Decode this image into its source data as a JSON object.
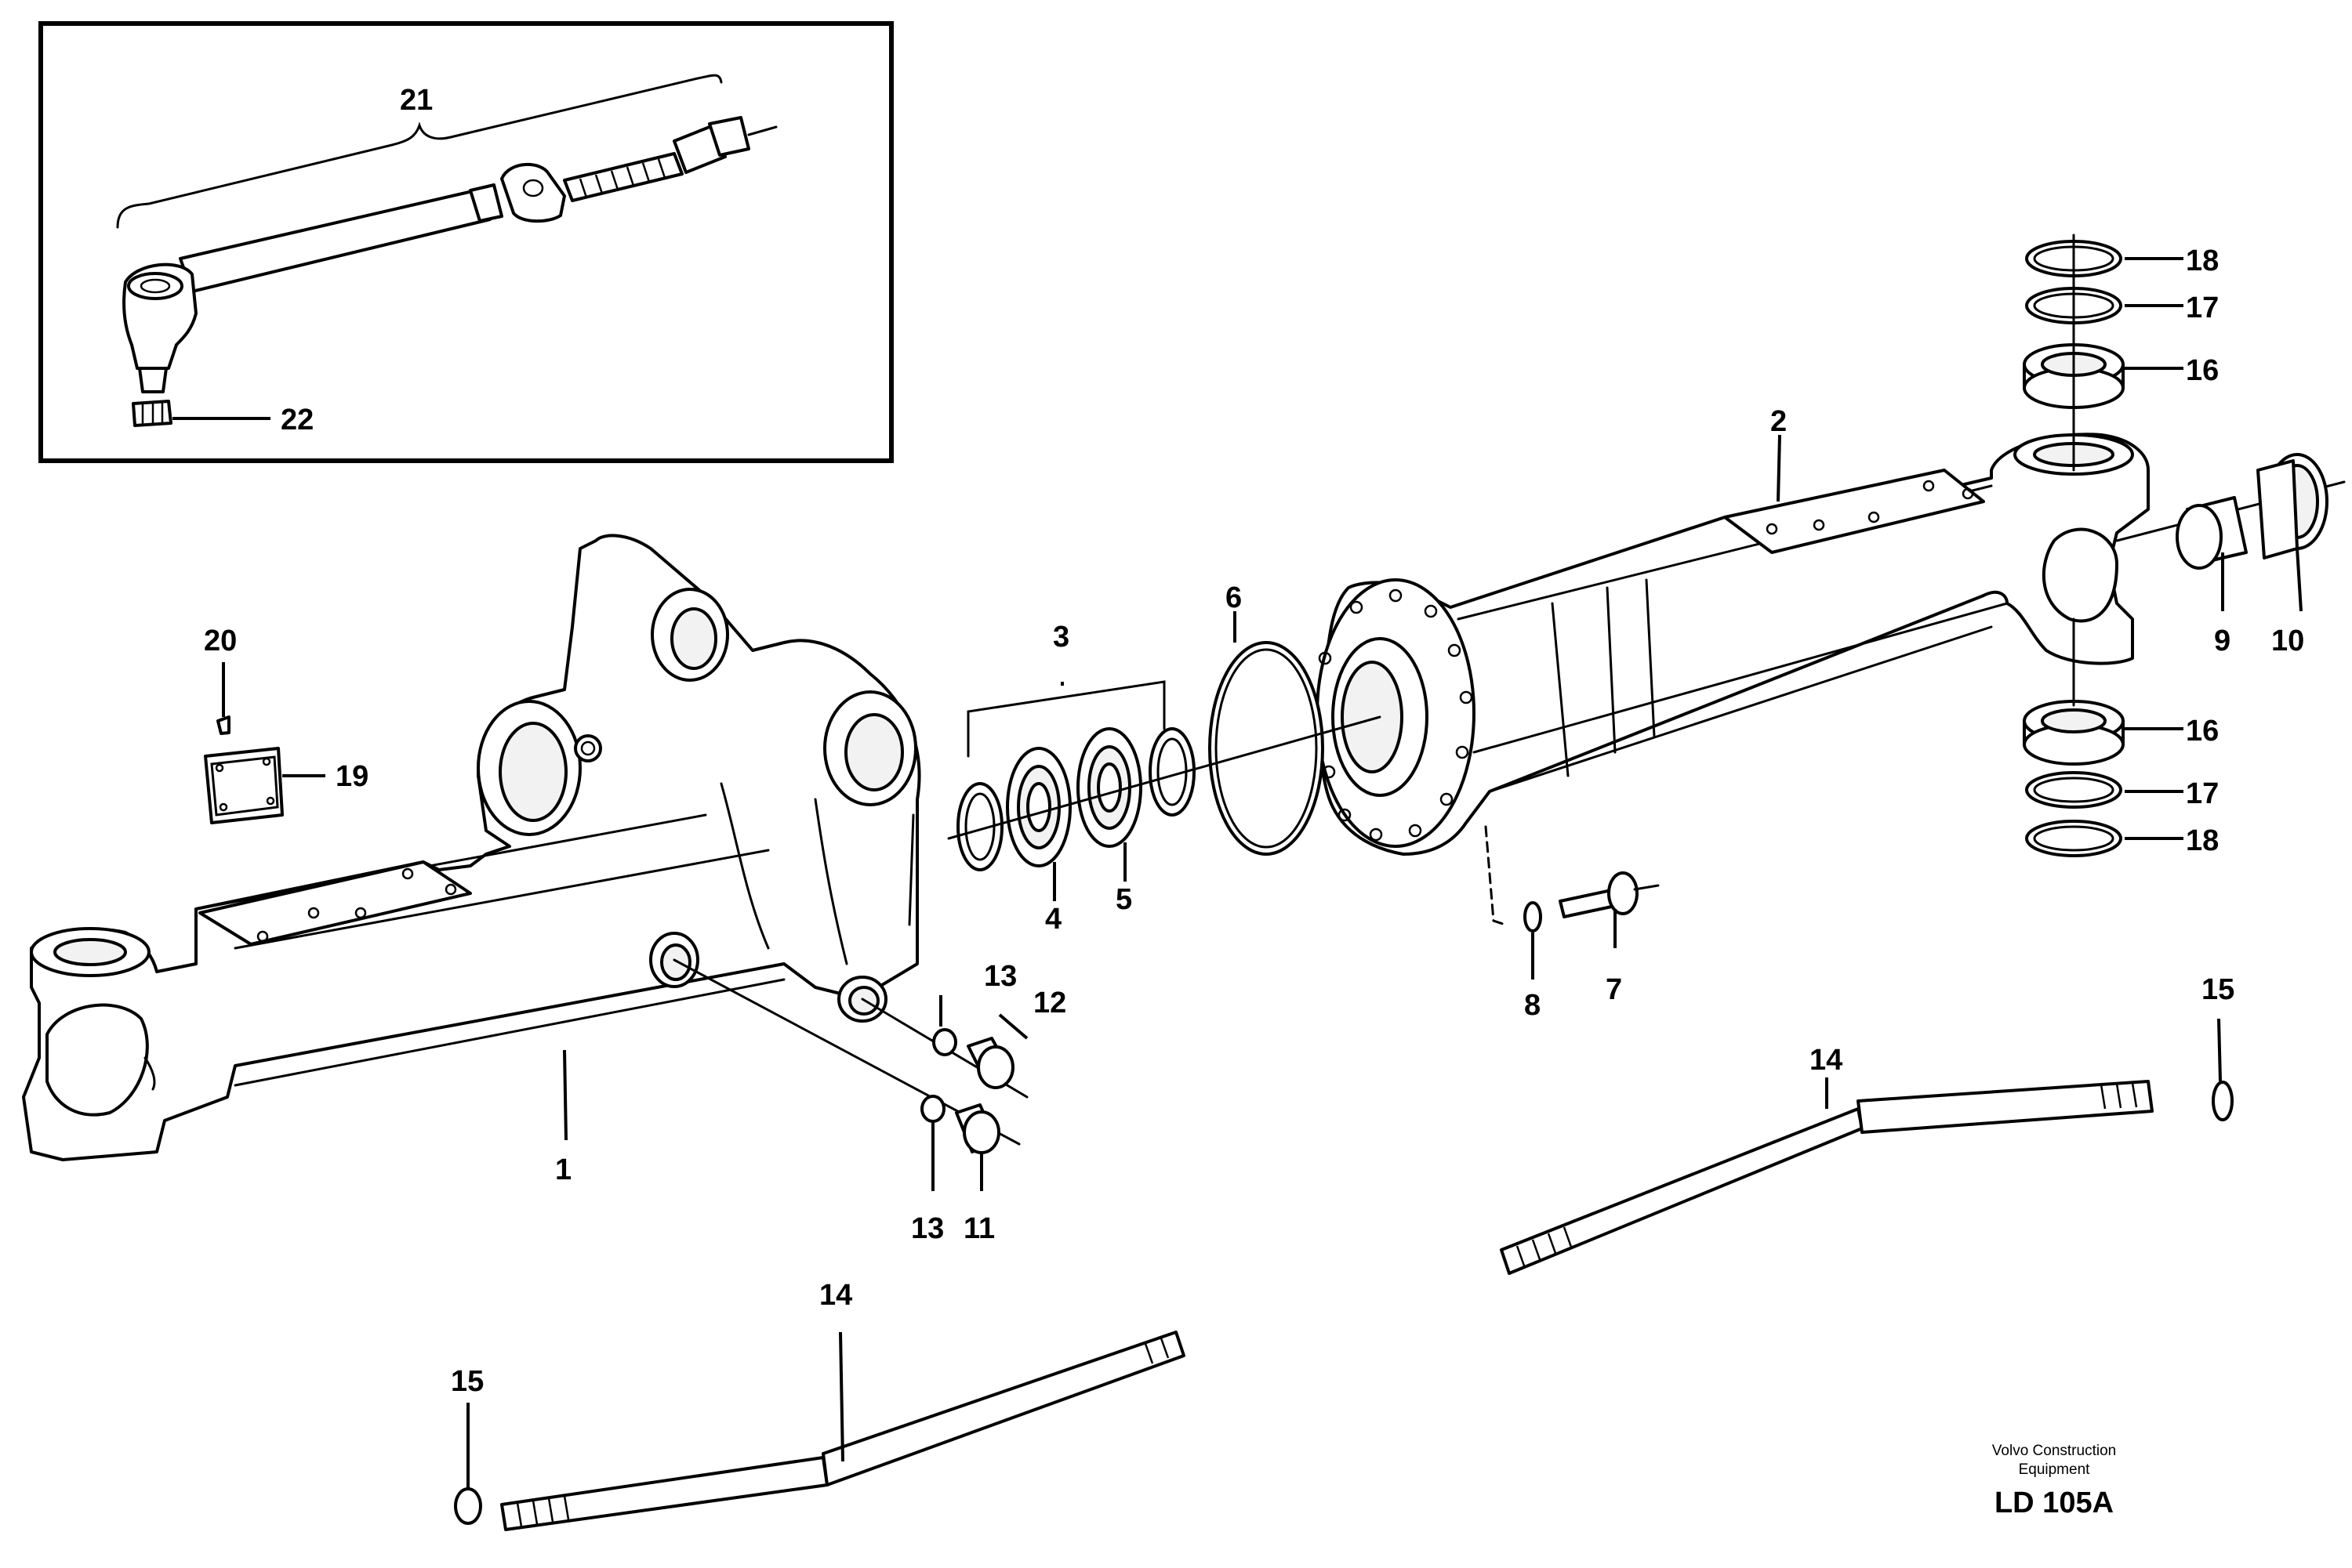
{
  "callouts": {
    "c1": "1",
    "c2": "2",
    "c3": "3",
    "c4": "4",
    "c5": "5",
    "c6": "6",
    "c7": "7",
    "c8": "8",
    "c9": "9",
    "c10": "10",
    "c11": "11",
    "c12": "12",
    "c13a": "13",
    "c13b": "13",
    "c14a": "14",
    "c14b": "14",
    "c15a": "15",
    "c15b": "15",
    "c16a": "16",
    "c16b": "16",
    "c17a": "17",
    "c17b": "17",
    "c18a": "18",
    "c18b": "18",
    "c19": "19",
    "c20": "20",
    "c21": "21",
    "c22": "22"
  },
  "footer": {
    "brand_line1": "Volvo Construction",
    "brand_line2": "Equipment",
    "drawing_code": "LD 105A"
  }
}
